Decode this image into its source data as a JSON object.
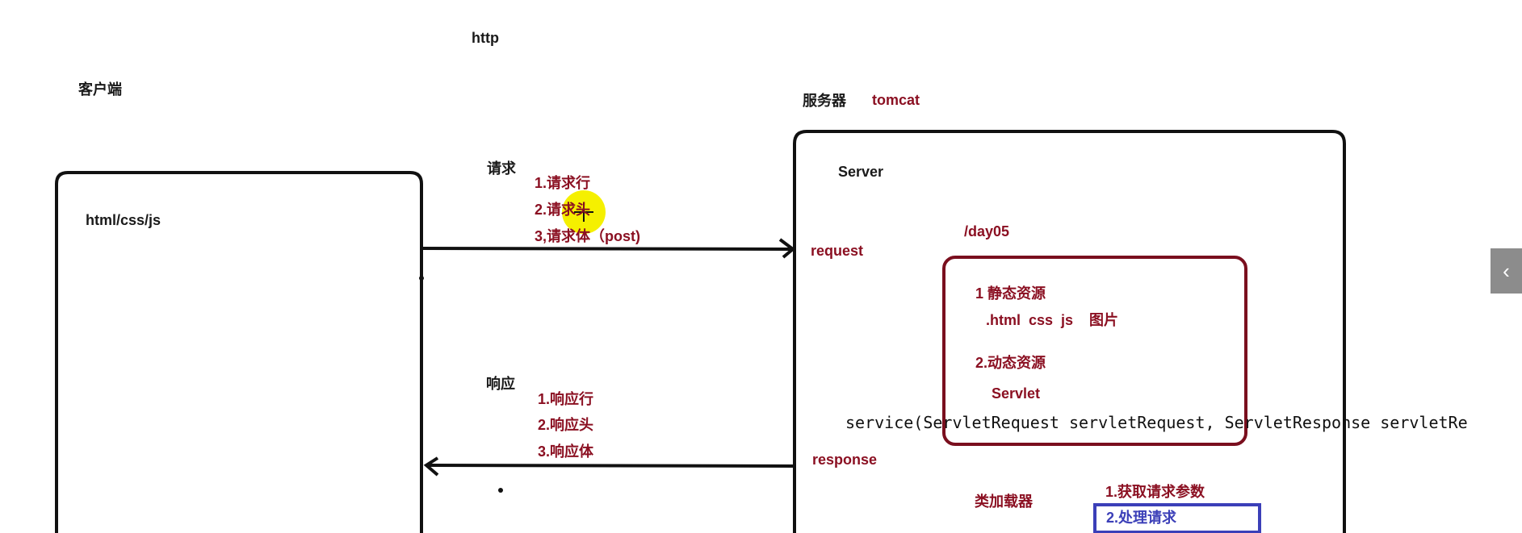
{
  "protocol": "http",
  "client": {
    "title": "客户端",
    "content": "html/css/js"
  },
  "request": {
    "title": "请求",
    "items": [
      "1.请求行",
      "2.请求头",
      "3,请求体（post)"
    ]
  },
  "response": {
    "title": "响应",
    "items": [
      "1.响应行",
      "2.响应头",
      "3.响应体"
    ]
  },
  "server": {
    "title": "服务器",
    "product": "tomcat",
    "box_title": "Server",
    "request_label": "request",
    "response_label": "response",
    "context_path": "/day05",
    "static_title": "1 静态资源",
    "static_items": ".html  css  js    图片",
    "dynamic_title": "2.动态资源",
    "dynamic_item": "Servlet",
    "service_signature": "service(ServletRequest servletRequest, ServletResponse servletRe",
    "class_loader": "类加载器",
    "steps": [
      "1.获取请求参数",
      "2.处理请求"
    ]
  },
  "colors": {
    "ink": "#111111",
    "accent_red": "#8b1022",
    "highlight_blue": "#3b3fb8",
    "cursor_yellow": "#f5f000"
  },
  "icons": {
    "side_tab": "chevron-left-icon",
    "cursor": "move-cursor-icon"
  }
}
